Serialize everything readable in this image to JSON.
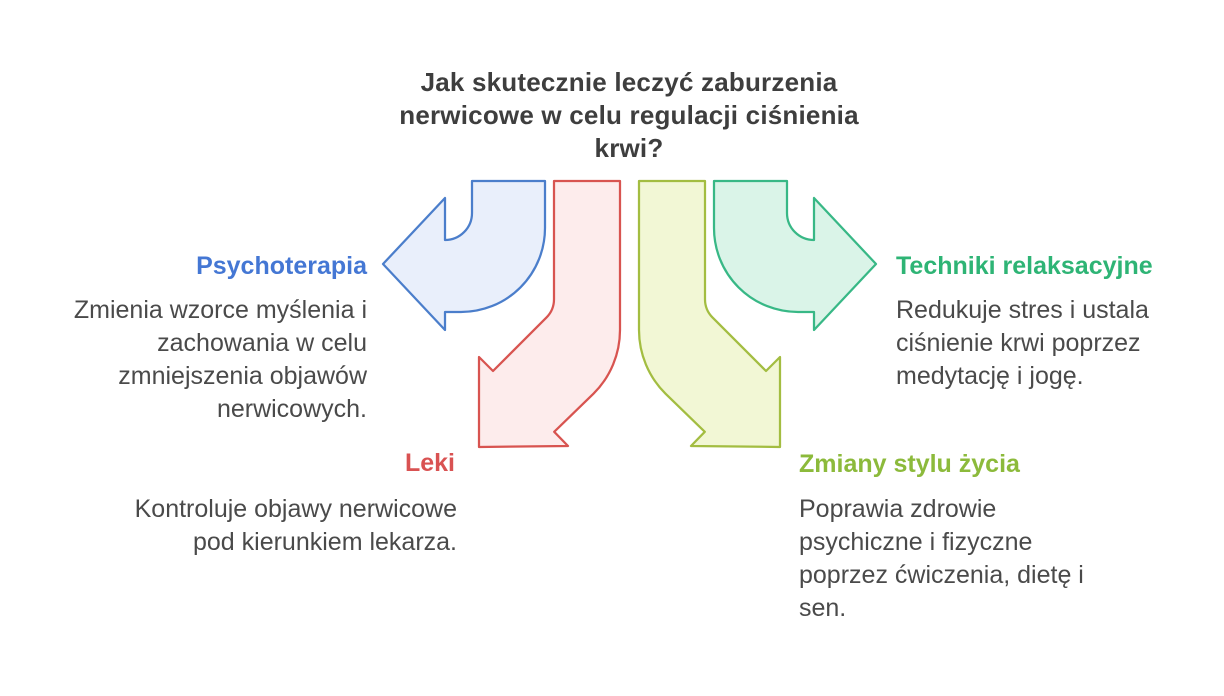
{
  "background": "#ffffff",
  "title_color": "#3e3e3e",
  "text_color": "#4a4a4a",
  "title": "Jak skutecznie leczyć zaburzenia\nnerwicowe w celu regulacji ciśnienia\nkrwi?",
  "sections": [
    {
      "label": "Psychoterapia",
      "description": "Zmienia wzorce myślenia i\nzachowania w celu\nzmniejszenia objawów\nnerwicowych.",
      "color": "#4477d4",
      "arrow": {
        "icon": "curved-arrow-left-icon",
        "fill": "#e9effb",
        "stroke": "#4b7ecb"
      }
    },
    {
      "label": "Leki",
      "description": "Kontroluje objawy nerwicowe\npod kierunkiem lekarza.",
      "color": "#d95252",
      "arrow": {
        "icon": "curved-arrow-down-left-icon",
        "fill": "#fdecec",
        "stroke": "#d85450"
      }
    },
    {
      "label": "Zmiany stylu życia",
      "description": "Poprawia zdrowie\npsychiczne i fizyczne\npoprzez ćwiczenia, dietę i\nsen.",
      "color": "#8cba3b",
      "arrow": {
        "icon": "curved-arrow-down-right-icon",
        "fill": "#f2f7d5",
        "stroke": "#a3bd41"
      }
    },
    {
      "label": "Techniki relaksacyjne",
      "description": "Redukuje stres i ustala\nciśnienie krwi poprzez\nmedytację i jogę.",
      "color": "#2eb475",
      "arrow": {
        "icon": "curved-arrow-right-icon",
        "fill": "#daf4e8",
        "stroke": "#38b886"
      }
    }
  ]
}
